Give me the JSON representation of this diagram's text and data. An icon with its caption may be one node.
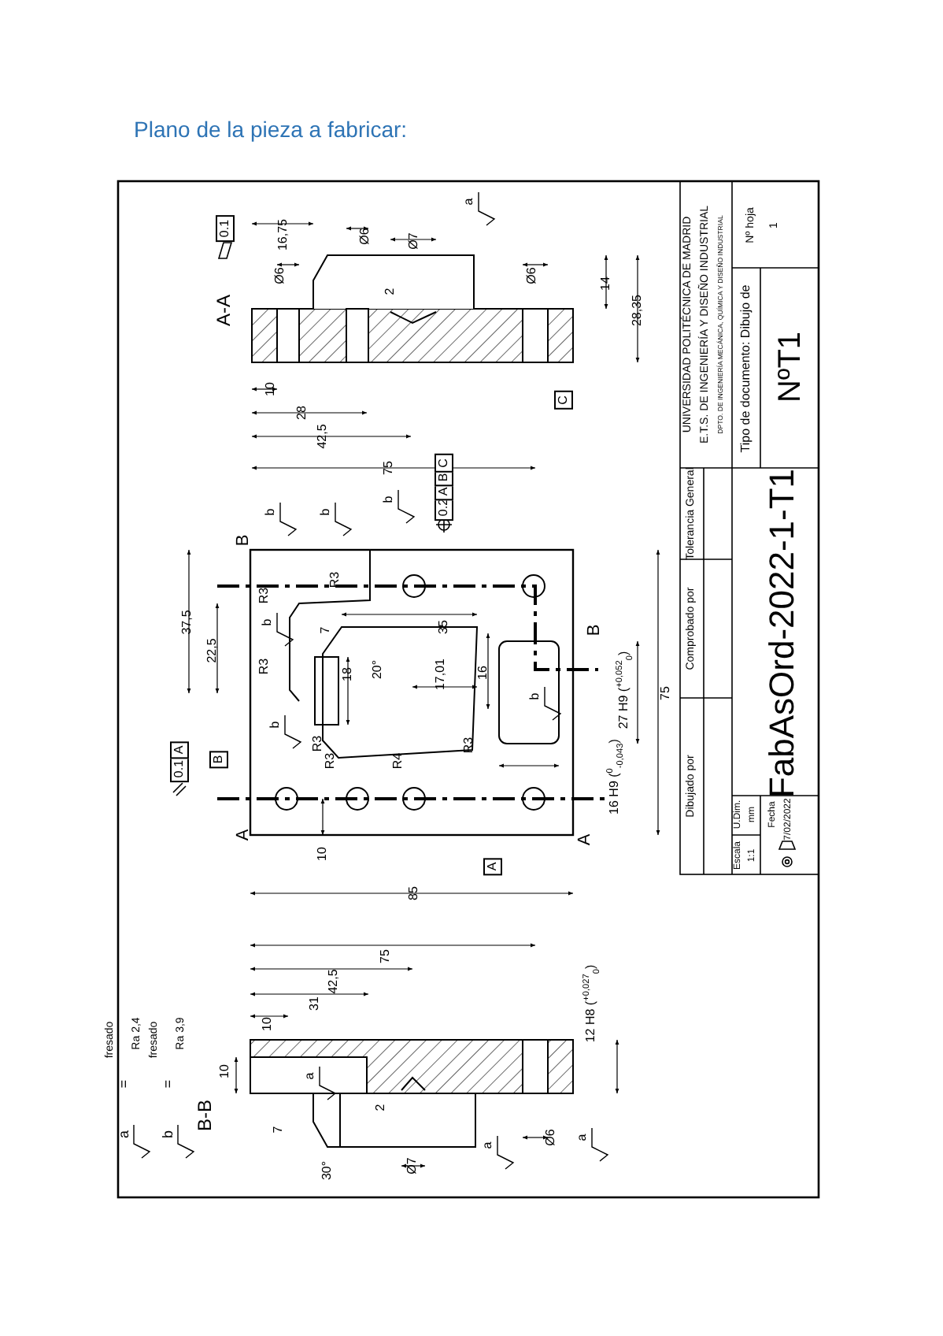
{
  "diagram": {
    "title": "Plano de la pieza a fabricar:",
    "labels": [
      "a",
      "=",
      "fresado",
      "Ra 2,4",
      "b",
      "=",
      "fresado",
      "Ra 3,9",
      "B-B",
      "10",
      "7",
      "30°",
      "2",
      "Ø7",
      "a",
      "a",
      "Ø6",
      "a",
      "10",
      "31",
      "42,5",
      "75",
      "12 H8 ($^{+0,027}$$_{0}$)",
      "A",
      "A",
      "10",
      "A",
      "85",
      "0.1",
      "A",
      "B",
      "b",
      "R3",
      "R3",
      "R4",
      "R3",
      "16 H9 ($^{0}$$_{-0,043}$)",
      "27 H9 ($^{+0,052}$$_{0}$)",
      "75",
      "R3",
      "22,5",
      "37,5",
      "b",
      "18",
      "20°",
      "17,01",
      "16",
      "b",
      "7",
      "35",
      "B",
      "R3",
      "R3",
      "B",
      "b",
      "b",
      "b",
      "0.2",
      "A",
      "B",
      "C",
      "75",
      "42,5",
      "28",
      "10",
      "C",
      "A-A",
      "Ø6",
      "2",
      "Ø6",
      "14",
      "28,35",
      "16,75",
      "Ø6",
      "Ø7",
      "0.1",
      "a",
      "Dibujado por",
      "Comprobado por",
      "Tolerancia General",
      "UNIVERSIDAD POLITÉCNICA DE MADRID",
      "E.T.S. DE INGENIERÍA Y DISEÑO INDUSTRIAL",
      "DPTO. DE INGENIERÍA MECÁNICA, QUÍMICA Y DISEÑO INDUSTRIAL",
      "Escala",
      "1:1",
      "U.Dim.",
      "mm",
      "Fecha",
      "7/02/2022",
      "FabAsOrd-2022-1-T1",
      "Tipo de documento: Dibujo de",
      "NºT1",
      "Nº hoja",
      "1"
    ]
  }
}
